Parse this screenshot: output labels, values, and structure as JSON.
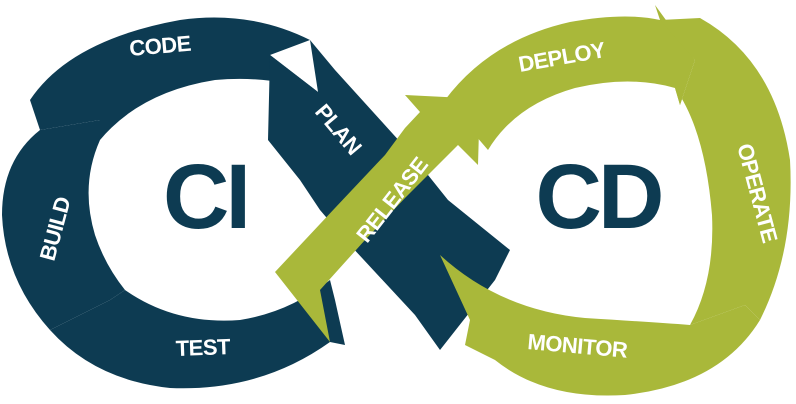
{
  "colors": {
    "ci_loop": "#0d3b52",
    "cd_loop": "#a9b83a",
    "center_text": "#0d3b52",
    "label_text": "#ffffff",
    "background": "#ffffff"
  },
  "ci": {
    "center_label": "CI",
    "stages": {
      "code": "CODE",
      "build": "BUILD",
      "test": "TEST",
      "plan": "PLAN"
    }
  },
  "cd": {
    "center_label": "CD",
    "stages": {
      "release": "RELEASE",
      "deploy": "DEPLOY",
      "operate": "OPERATE",
      "monitor": "MONITOR"
    }
  }
}
